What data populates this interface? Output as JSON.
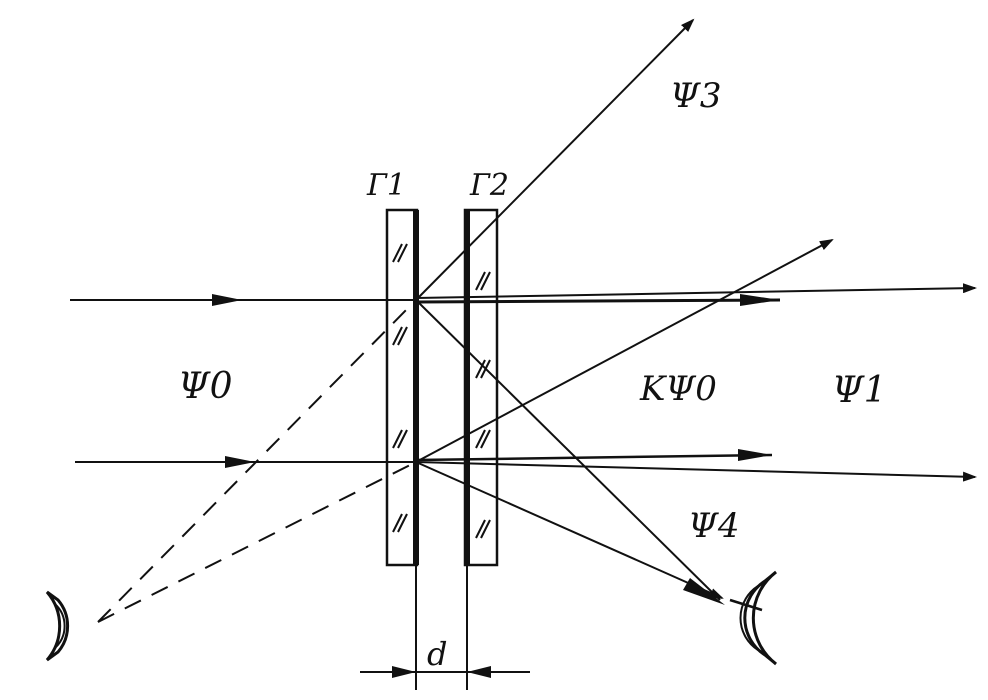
{
  "labels": {
    "plate1": "Г1",
    "plate2": "Г2",
    "psi0": "Ψ0",
    "psi1": "Ψ1",
    "psi3": "Ψ3",
    "psi4": "Ψ4",
    "k_psi0": "KΨ0",
    "gap": "d"
  },
  "style": {
    "ink": "#111111",
    "paper": "#ffffff"
  }
}
